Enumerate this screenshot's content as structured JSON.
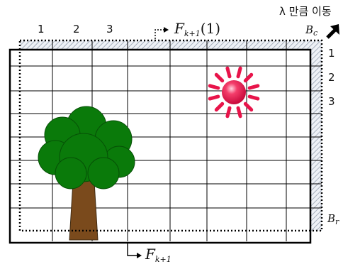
{
  "header": {
    "shift_label": "λ 만큼 이동"
  },
  "column_labels": [
    "1",
    "2",
    "3"
  ],
  "row_labels": [
    "1",
    "2",
    "3"
  ],
  "labels": {
    "next_frame_shifted": {
      "base": "F",
      "sub": "k+1",
      "suffix": "(1)"
    },
    "next_frame": {
      "base": "F",
      "sub": "k+1"
    },
    "column_border": {
      "base": "B",
      "sub": "c"
    },
    "row_border": {
      "base": "B",
      "sub": "r"
    }
  },
  "colors": {
    "grid": "#000000",
    "hatch": "#8a96a8",
    "border_band_fill": "#eef1f6",
    "tree_leaves": "#0a7a0a",
    "tree_trunk": "#7a4a1c",
    "sun": "#e8144a",
    "sun_highlight": "#ff9ab4"
  }
}
